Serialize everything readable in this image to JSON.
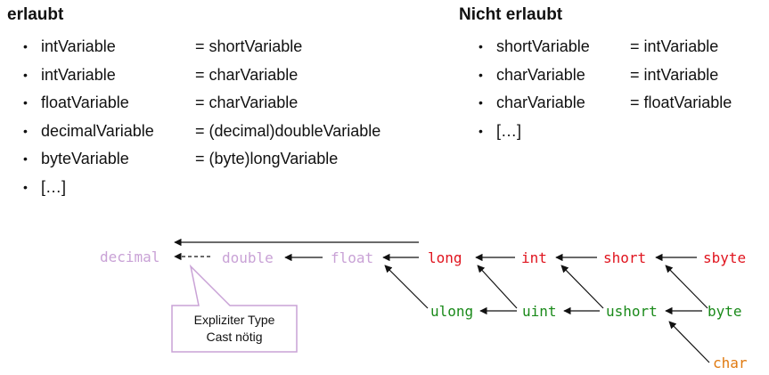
{
  "allowed": {
    "heading": "erlaubt",
    "items": [
      {
        "lhs": "intVariable",
        "rhs": "= shortVariable"
      },
      {
        "lhs": "intVariable",
        "rhs": "= charVariable"
      },
      {
        "lhs": "floatVariable",
        "rhs": "= charVariable"
      },
      {
        "lhs": "decimalVariable",
        "rhs": "= (decimal)doubleVariable"
      },
      {
        "lhs": "byteVariable",
        "rhs": "= (byte)longVariable"
      },
      {
        "lhs": "[…]",
        "rhs": ""
      }
    ]
  },
  "not_allowed": {
    "heading": "Nicht erlaubt",
    "items": [
      {
        "lhs": "shortVariable",
        "rhs": "= intVariable"
      },
      {
        "lhs": "charVariable",
        "rhs": "= intVariable"
      },
      {
        "lhs": "charVariable",
        "rhs": "= floatVariable"
      },
      {
        "lhs": "[…]",
        "rhs": ""
      }
    ]
  },
  "bullet_char": "•",
  "diagram": {
    "types": {
      "decimal": "decimal",
      "double": "double",
      "float": "float",
      "long": "long",
      "int": "int",
      "short": "short",
      "sbyte": "sbyte",
      "ulong": "ulong",
      "uint": "uint",
      "ushort": "ushort",
      "byte": "byte",
      "char": "char"
    },
    "note_line1": "Expliziter Type",
    "note_line2": "Cast nötig",
    "colors": {
      "floating": "#c9a2d6",
      "signed": "#e0141e",
      "unsigned": "#1a8a1a",
      "char": "#e07a10",
      "note_border": "#c9a2d6",
      "arrow": "#111111"
    }
  }
}
